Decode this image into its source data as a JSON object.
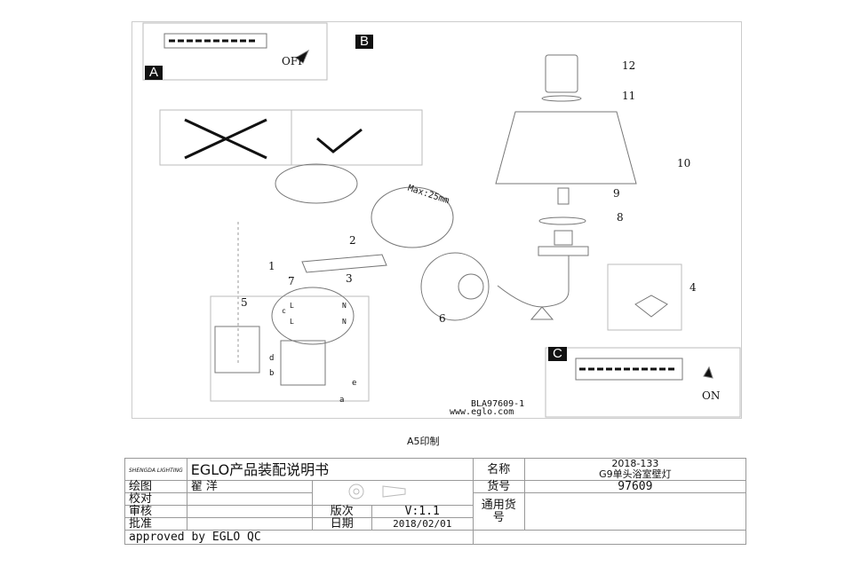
{
  "drawing": {
    "panel_a": {
      "tag": "A",
      "text": "OFF"
    },
    "panel_b": {
      "tag": "B"
    },
    "panel_c": {
      "tag": "C",
      "text": "ON"
    },
    "max_note": "Max:25mm",
    "part_numbers": [
      "1",
      "2",
      "3",
      "4",
      "5",
      "6",
      "7",
      "8",
      "9",
      "10",
      "11",
      "12"
    ],
    "wiring": {
      "c": "c",
      "L1": "L",
      "L2": "L",
      "N1": "N",
      "N2": "N",
      "d": "d",
      "b": "b",
      "e": "e",
      "a": "a"
    },
    "code": "BLA97609-1",
    "website": "www.eglo.com"
  },
  "print_note": "A5印制",
  "titleblock": {
    "logo_text": "SHENGDA LIGHTING",
    "title": "EGLO产品装配说明书",
    "name_label": "名称",
    "name_value_1": "2018-133",
    "name_value_2": "G9单头浴室壁灯",
    "drawn_label": "绘图",
    "drawn_value": "翟 洋",
    "item_label": "货号",
    "item_value": "97609",
    "check_label": "校对",
    "review_label": "审核",
    "version_label": "版次",
    "version_value": "V:1.1",
    "general_label": "通用货号",
    "approve_label": "批准",
    "date_label": "日期",
    "date_value": "2018/02/01",
    "approved_note": "approved by EGLO QC"
  }
}
